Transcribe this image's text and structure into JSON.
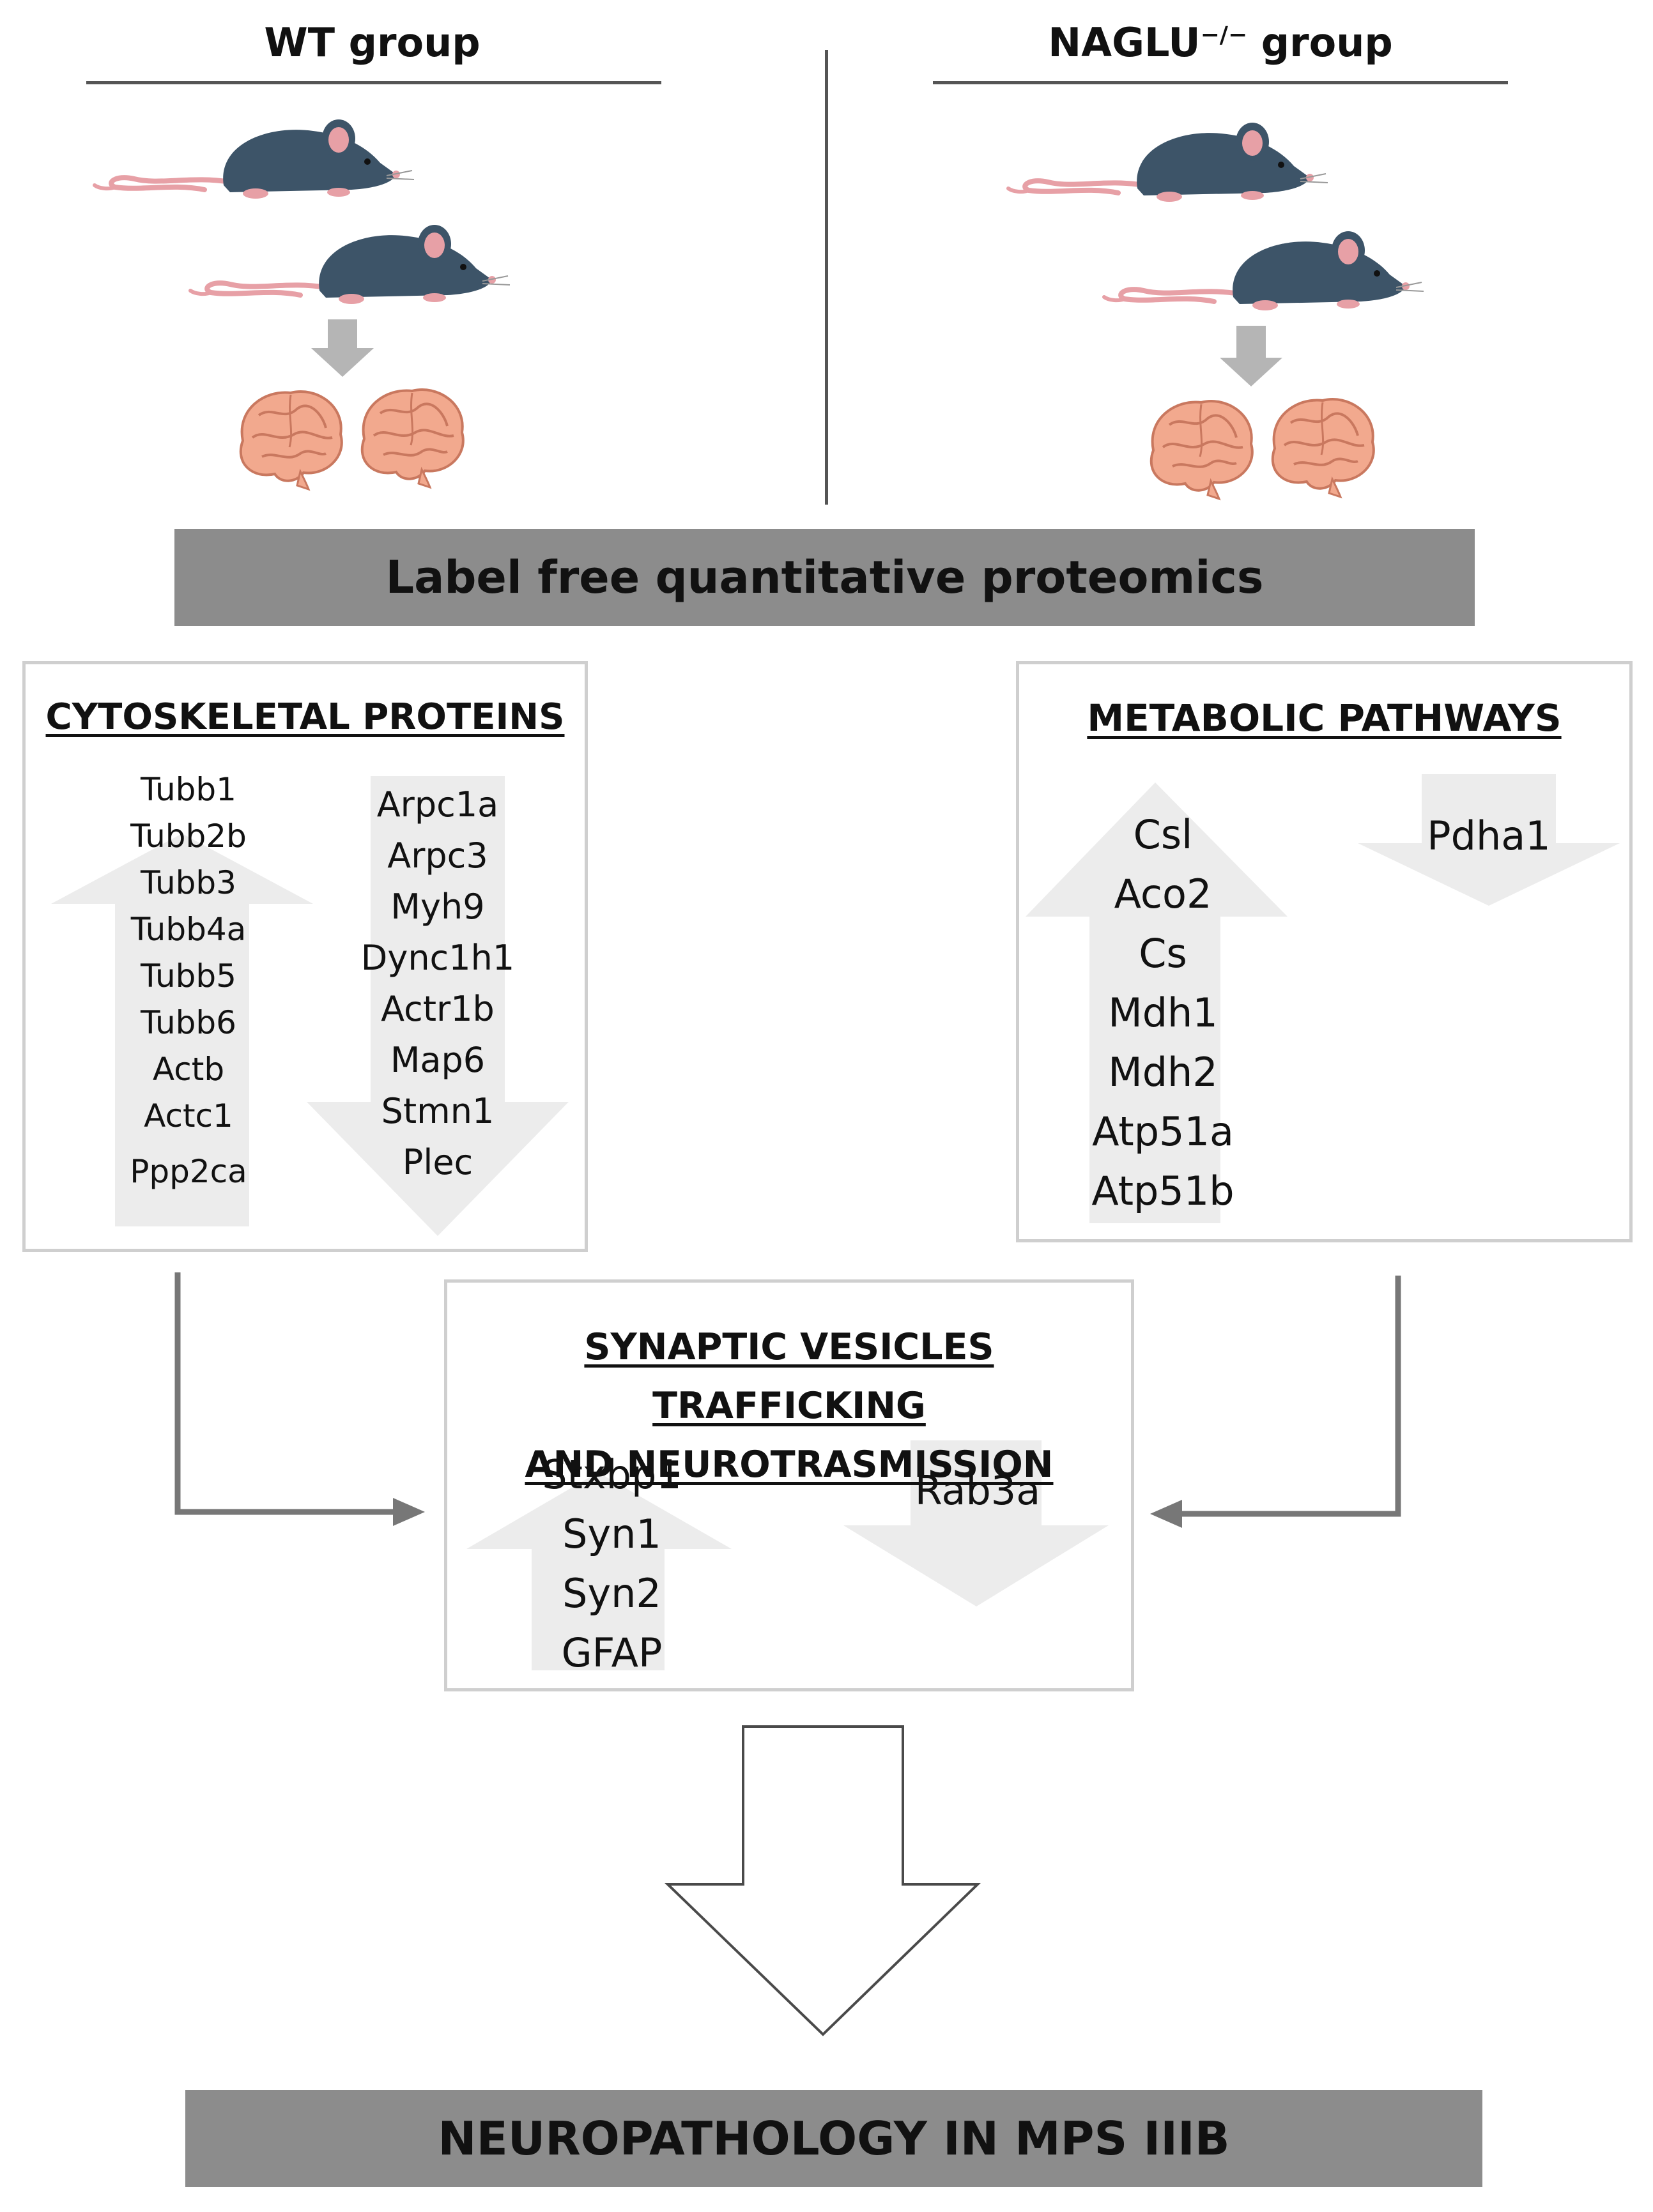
{
  "header": {
    "wt_title": "WT group",
    "naglu_title_base": "NAGLU",
    "naglu_title_sup": "−/−",
    "naglu_title_suffix": " group"
  },
  "banner_top": "Label free quantitative proteomics",
  "cytoskeletal": {
    "heading": "CYTOSKELETAL PROTEINS",
    "up": [
      "Tubb1",
      "Tubb2b",
      "Tubb3",
      "Tubb4a",
      "Tubb5",
      "Tubb6",
      "Actb",
      "Actc1",
      "Ppp2ca"
    ],
    "down": [
      "Arpc1a",
      "Arpc3",
      "Myh9",
      "Dync1h1",
      "Actr1b",
      "Map6",
      "Stmn1",
      "Plec"
    ]
  },
  "metabolic": {
    "heading": "METABOLIC PATHWAYS",
    "up": [
      "Csl",
      "Aco2",
      "Cs",
      "Mdh1",
      "Mdh2",
      "Atp51a",
      "Atp51b"
    ],
    "down": [
      "Pdha1"
    ]
  },
  "synaptic": {
    "heading_line1": "SYNAPTIC VESICLES TRAFFICKING",
    "heading_line2": "AND NEUROTRASMISSION",
    "up": [
      "Stxbp1",
      "Syn1",
      "Syn2",
      "GFAP"
    ],
    "down": [
      "Rab3a"
    ]
  },
  "banner_bottom": "NEUROPATHOLOGY IN MPS IIIB",
  "icons": [
    "mouse-icon",
    "brain-icon",
    "down-arrow-icon",
    "up-arrow-icon",
    "elbow-arrow-icon",
    "hollow-down-arrow-icon"
  ],
  "colors": {
    "mouse_body": "#3d5468",
    "mouse_pink": "#e7a0a6",
    "brain": "#f2a98e",
    "brain_line": "#c9785f",
    "banner": "#8c8c8c",
    "box_border": "#cfcfcf",
    "light_arrow": "#ececec",
    "connector": "#777777"
  }
}
